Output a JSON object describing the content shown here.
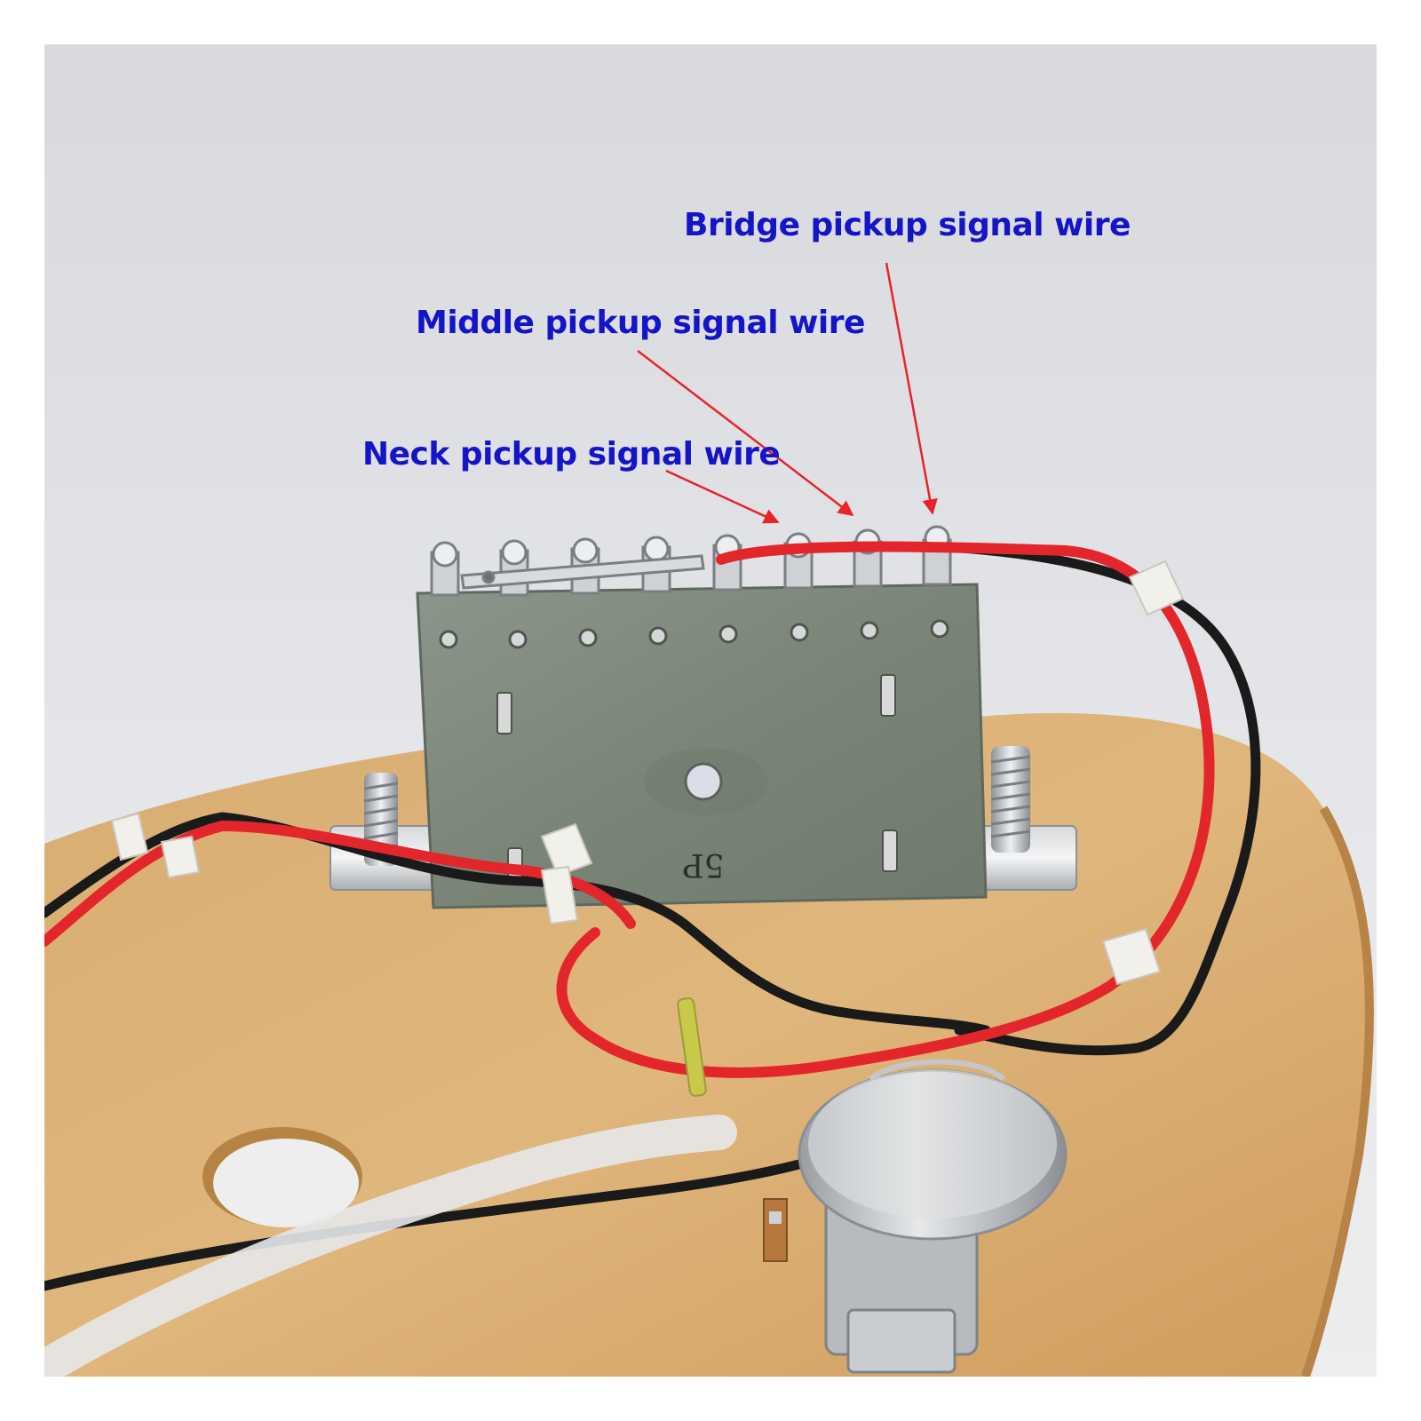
{
  "photo": {
    "subject": "guitar pickup selector switch wiring",
    "switch_marking": "5P",
    "colors": {
      "label_text": "#1414c8",
      "arrow": "#e8232a",
      "red_wire": "#e3262b",
      "black_wire": "#1a1a1a",
      "board": "#7f8a80",
      "pickguard": "#d9ad72"
    }
  },
  "annotations": {
    "bridge": {
      "label": "Bridge pickup signal wire",
      "target_terminal": 8
    },
    "middle": {
      "label": "Middle pickup signal wire",
      "target_terminal": 7
    },
    "neck": {
      "label": "Neck pickup signal wire",
      "target_terminal": 6
    }
  }
}
